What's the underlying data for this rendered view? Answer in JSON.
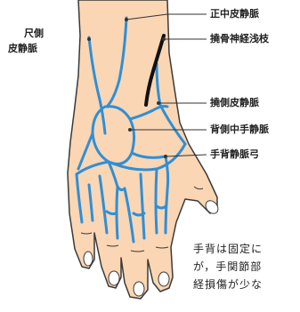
{
  "labels": {
    "ulnar": [
      "尺側",
      "皮静脈"
    ],
    "median": "正中皮静脈",
    "radial_nerve": "撓骨神経浅枝",
    "radial_vein": "撓側皮静脈",
    "dorsal_metacarpal": "背側中手静脈",
    "dorsal_arch": "手背静脈弓"
  },
  "body_text": [
    "手背は固定に",
    "が，手関節部",
    "経損傷が少な"
  ],
  "colors": {
    "skin": "#fad6b4",
    "outline": "#3a3a3a",
    "vein": "#2f8fd6",
    "nerve": "#111111",
    "leader": "#333333"
  }
}
